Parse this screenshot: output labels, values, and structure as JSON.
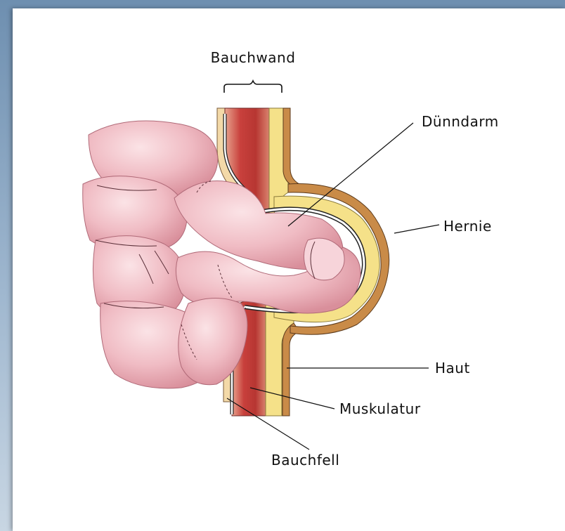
{
  "labels": {
    "bauchwand": "Bauchwand",
    "duenndarm": "Dünndarm",
    "hernie": "Hernie",
    "haut": "Haut",
    "muskulatur": "Muskulatur",
    "bauchfell": "Bauchfell"
  },
  "colors": {
    "background": "#7f9dbd",
    "slide": "#ffffff",
    "intestine": "#f1c2c8",
    "intestine_shade": "#dd9aa4",
    "muscle": "#c9433f",
    "fat": "#f5e189",
    "skin": "#c98b48"
  }
}
